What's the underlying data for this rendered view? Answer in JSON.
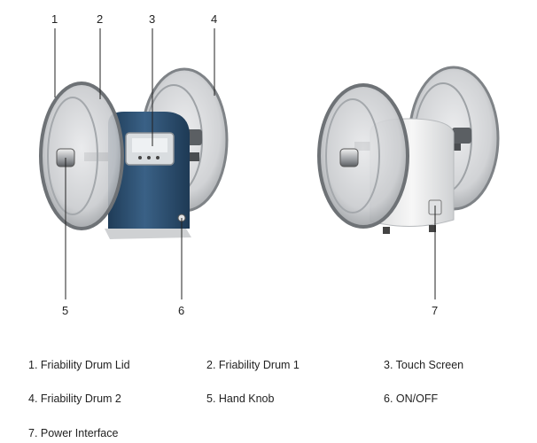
{
  "callouts": {
    "n1": "1",
    "n2": "2",
    "n3": "3",
    "n4": "4",
    "n5": "5",
    "n6": "6",
    "n7": "7"
  },
  "legend": [
    {
      "label": "1. Friability Drum Lid"
    },
    {
      "label": "2. Friability Drum 1"
    },
    {
      "label": "3. Touch Screen"
    },
    {
      "label": "4. Friability Drum 2"
    },
    {
      "label": "5. Hand Knob"
    },
    {
      "label": "6. ON/OFF"
    },
    {
      "label": "7. Power Interface"
    }
  ],
  "colors": {
    "body_blue": "#2d4f6e",
    "drum_gray": "#b9bcc0",
    "rear_body_white": "#f1f2f2",
    "leader_line": "#222222"
  }
}
